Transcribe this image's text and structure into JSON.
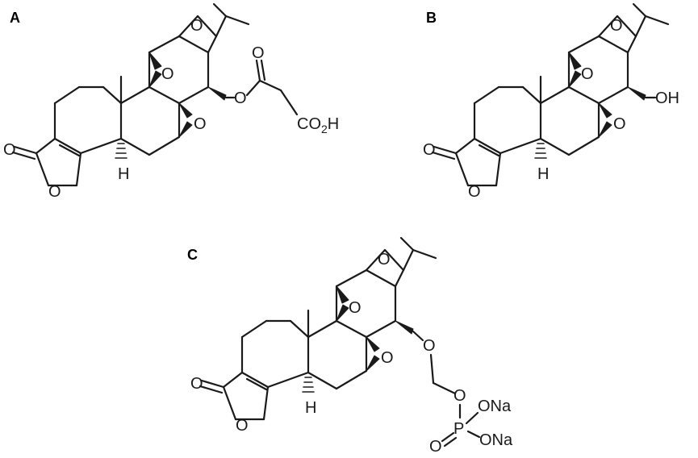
{
  "panels": [
    {
      "label": "A",
      "substituent": {
        "ester_o": "O",
        "carbonyl_o": "O",
        "acid_prefix": "CO",
        "acid_sub": "2",
        "acid_suffix": "H"
      }
    },
    {
      "label": "B",
      "substituent": {
        "hydroxyl": "OH"
      }
    },
    {
      "label": "C",
      "substituent": {
        "ether_o": "O",
        "link_o": "O",
        "phosphorus": "P",
        "phos_o": "O",
        "ona_1": "ONa",
        "ona_2": "ONa"
      }
    }
  ],
  "core": {
    "epoxide_o": "O",
    "lactone_carbonyl_o": "O",
    "lactone_ring_o": "O",
    "h": "H"
  }
}
